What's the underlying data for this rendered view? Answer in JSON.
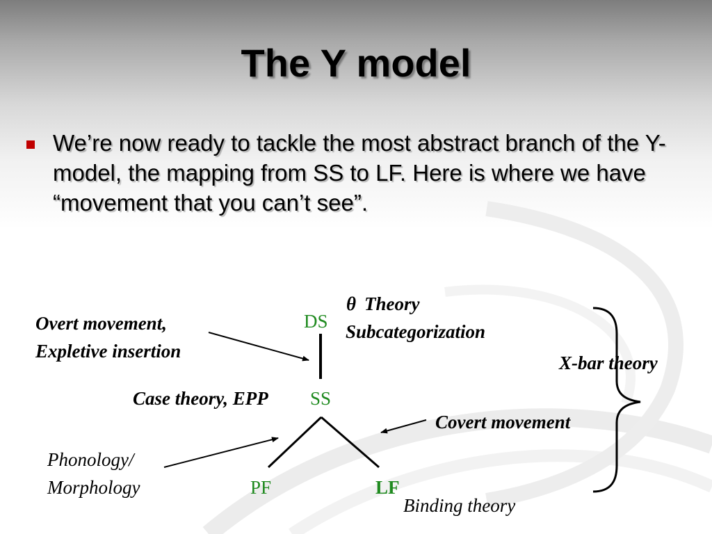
{
  "slide": {
    "title": "The Y model",
    "bullet": "We’re now ready to tackle the most abstract branch of the Y-model, the mapping from SS to LF. Here is where we have “movement that you can’t see”."
  },
  "diagram": {
    "nodes": {
      "ds": "DS",
      "ss": "SS",
      "pf": "PF",
      "lf": "LF"
    },
    "labels": {
      "theta_symbol": "θ",
      "theta_theory": "Theory",
      "subcategorization": "Subcategorization",
      "overt_movement": "Overt movement,",
      "expletive_insertion": "Expletive insertion",
      "case_theory": "Case theory, EPP",
      "covert_movement": "Covert movement",
      "xbar_theory": "X-bar theory",
      "phonology": "Phonology/",
      "morphology": "Morphology",
      "binding_theory": "Binding theory"
    }
  },
  "colors": {
    "node": "#1f8a1f",
    "bullet": "#c00000",
    "text": "#000000"
  }
}
